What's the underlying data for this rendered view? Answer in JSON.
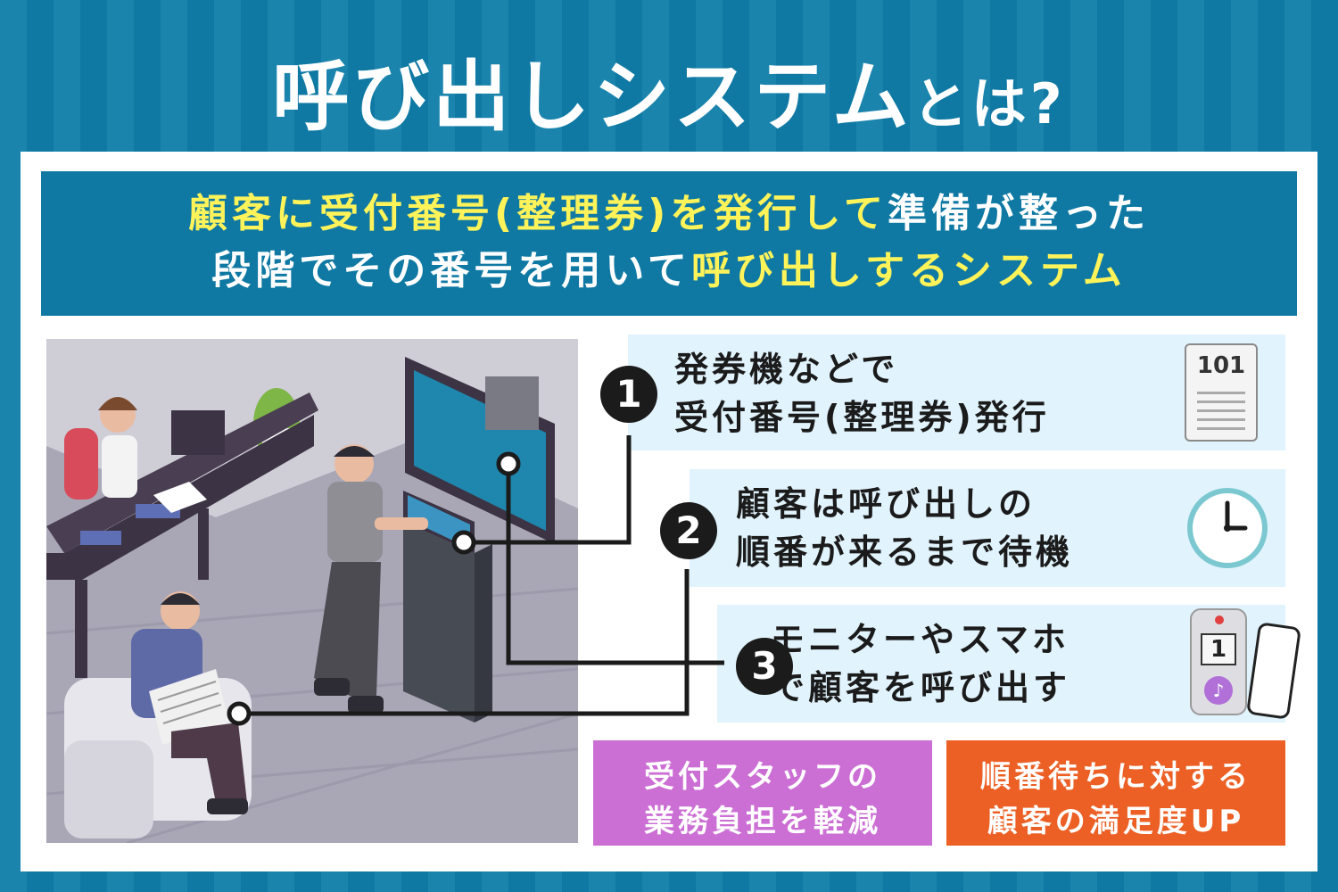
{
  "title": {
    "main": "呼び出しシステム",
    "suffix": "とは?"
  },
  "banner": {
    "line1_highlight": "顧客に受付番号(整理券)を発行して",
    "line1_rest": "準備が整った",
    "line2_rest": "段階でその番号を用いて",
    "line2_highlight": "呼び出しするシステム"
  },
  "steps": [
    {
      "number": "1",
      "line1": "発券機などで",
      "line2": "受付番号(整理券)発行",
      "icon": "ticket-icon",
      "icon_text": "101"
    },
    {
      "number": "2",
      "line1": "顧客は呼び出しの",
      "line2": "順番が来るまで待機",
      "icon": "clock-icon"
    },
    {
      "number": "3",
      "line1": "モニターやスマホ",
      "line2": "で顧客を呼び出す",
      "icon": "pager-icon",
      "icon_text": "1",
      "icon_note": "♪"
    }
  ],
  "benefits": [
    {
      "line1": "受付スタッフの",
      "line2": "業務負担を軽減",
      "color": "#cc6fd5"
    },
    {
      "line1": "順番待ちに対する",
      "line2": "顧客の満足度UP",
      "color": "#ec6025"
    }
  ],
  "colors": {
    "background": "#1b84ad",
    "banner": "#0f79a3",
    "highlight": "#fff35a",
    "step_bg": "#e1f3fc"
  }
}
